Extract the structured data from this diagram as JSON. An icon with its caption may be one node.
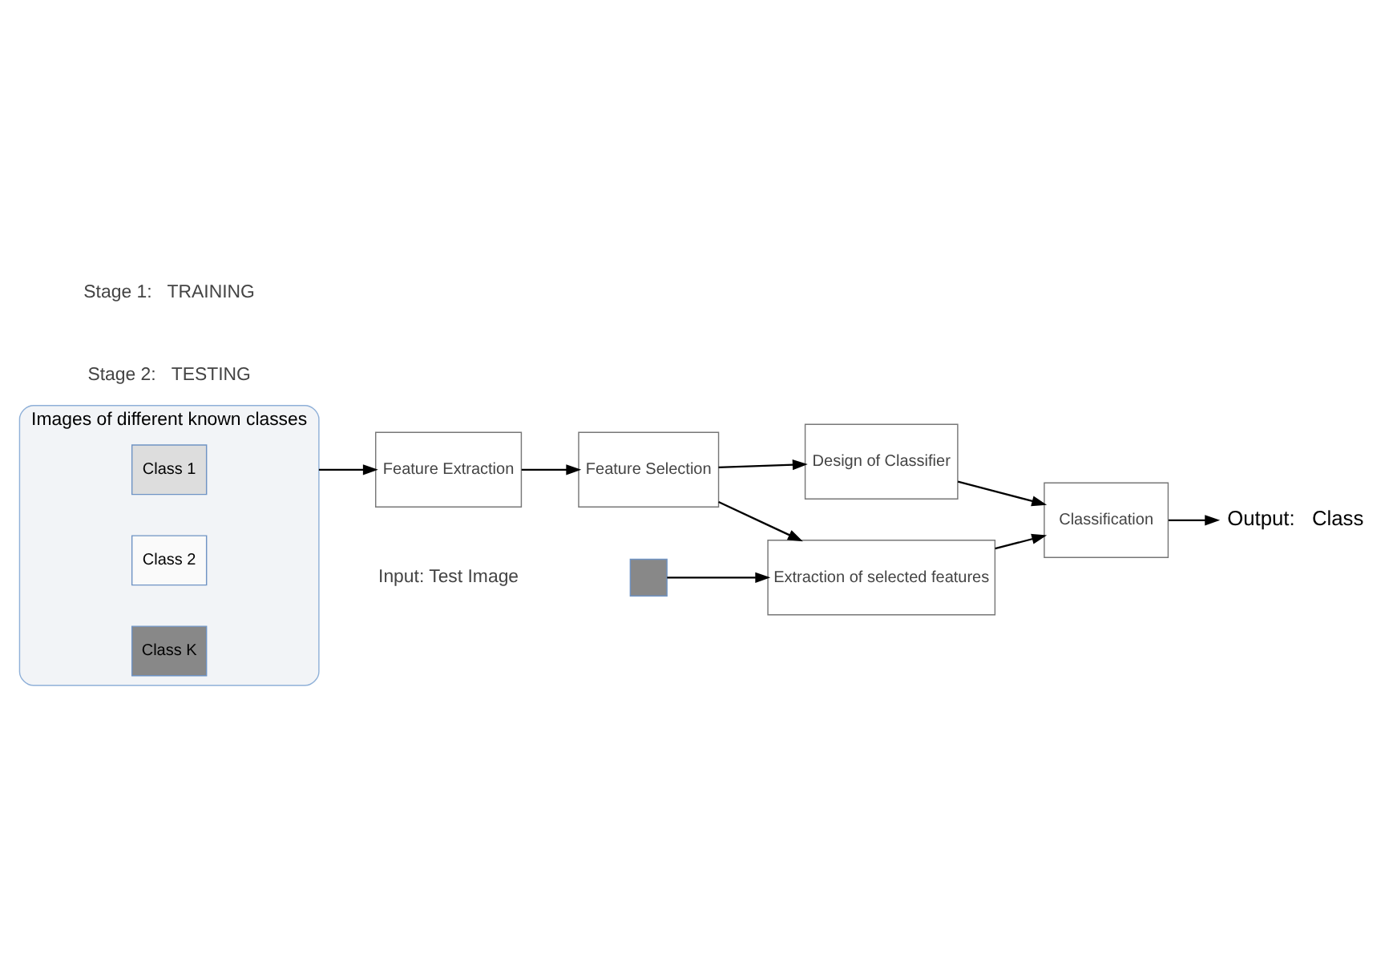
{
  "diagram": {
    "nodes": [
      {
        "text": [
          "Images of different known classes"
        ]
      },
      {
        "text": [
          "Class 1"
        ],
        "in": 0
      },
      {
        "text": [
          "Class 2"
        ],
        "in": 0
      },
      {
        "text": [
          "Class K"
        ],
        "in": 0
      },
      {
        "text": [
          "Feature Extraction"
        ]
      },
      {
        "text": [
          "Feature Selection"
        ]
      },
      {
        "text": [
          "Design of Classifier"
        ]
      },
      {
        "text": [
          "Extraction of selected features"
        ]
      },
      {
        "text": [
          "Classification"
        ]
      },
      {
        "text": [],
        "shape": "box"
      },
      {
        "text": [
          "Output:   Class"
        ]
      }
    ],
    "edges": [
      {
        "from": 0,
        "to": 4,
        "arrow": "to"
      },
      {
        "from": 4,
        "to": 5,
        "arrow": "to"
      },
      {
        "from": 5,
        "to": 6,
        "arrow": "to"
      },
      {
        "from": 5,
        "to": 7,
        "arrow": "to"
      },
      {
        "from": 6,
        "to": 8,
        "arrow": "to"
      },
      {
        "from": 9,
        "to": 7,
        "arrow": "to"
      },
      {
        "from": 7,
        "to": 8,
        "arrow": "to"
      },
      {
        "from": 8,
        "to": 10,
        "arrow": "to"
      }
    ],
    "labels": [
      "Stage 1:   TRAINING",
      "Stage 2:   TESTING",
      "Input: Test Image"
    ]
  }
}
